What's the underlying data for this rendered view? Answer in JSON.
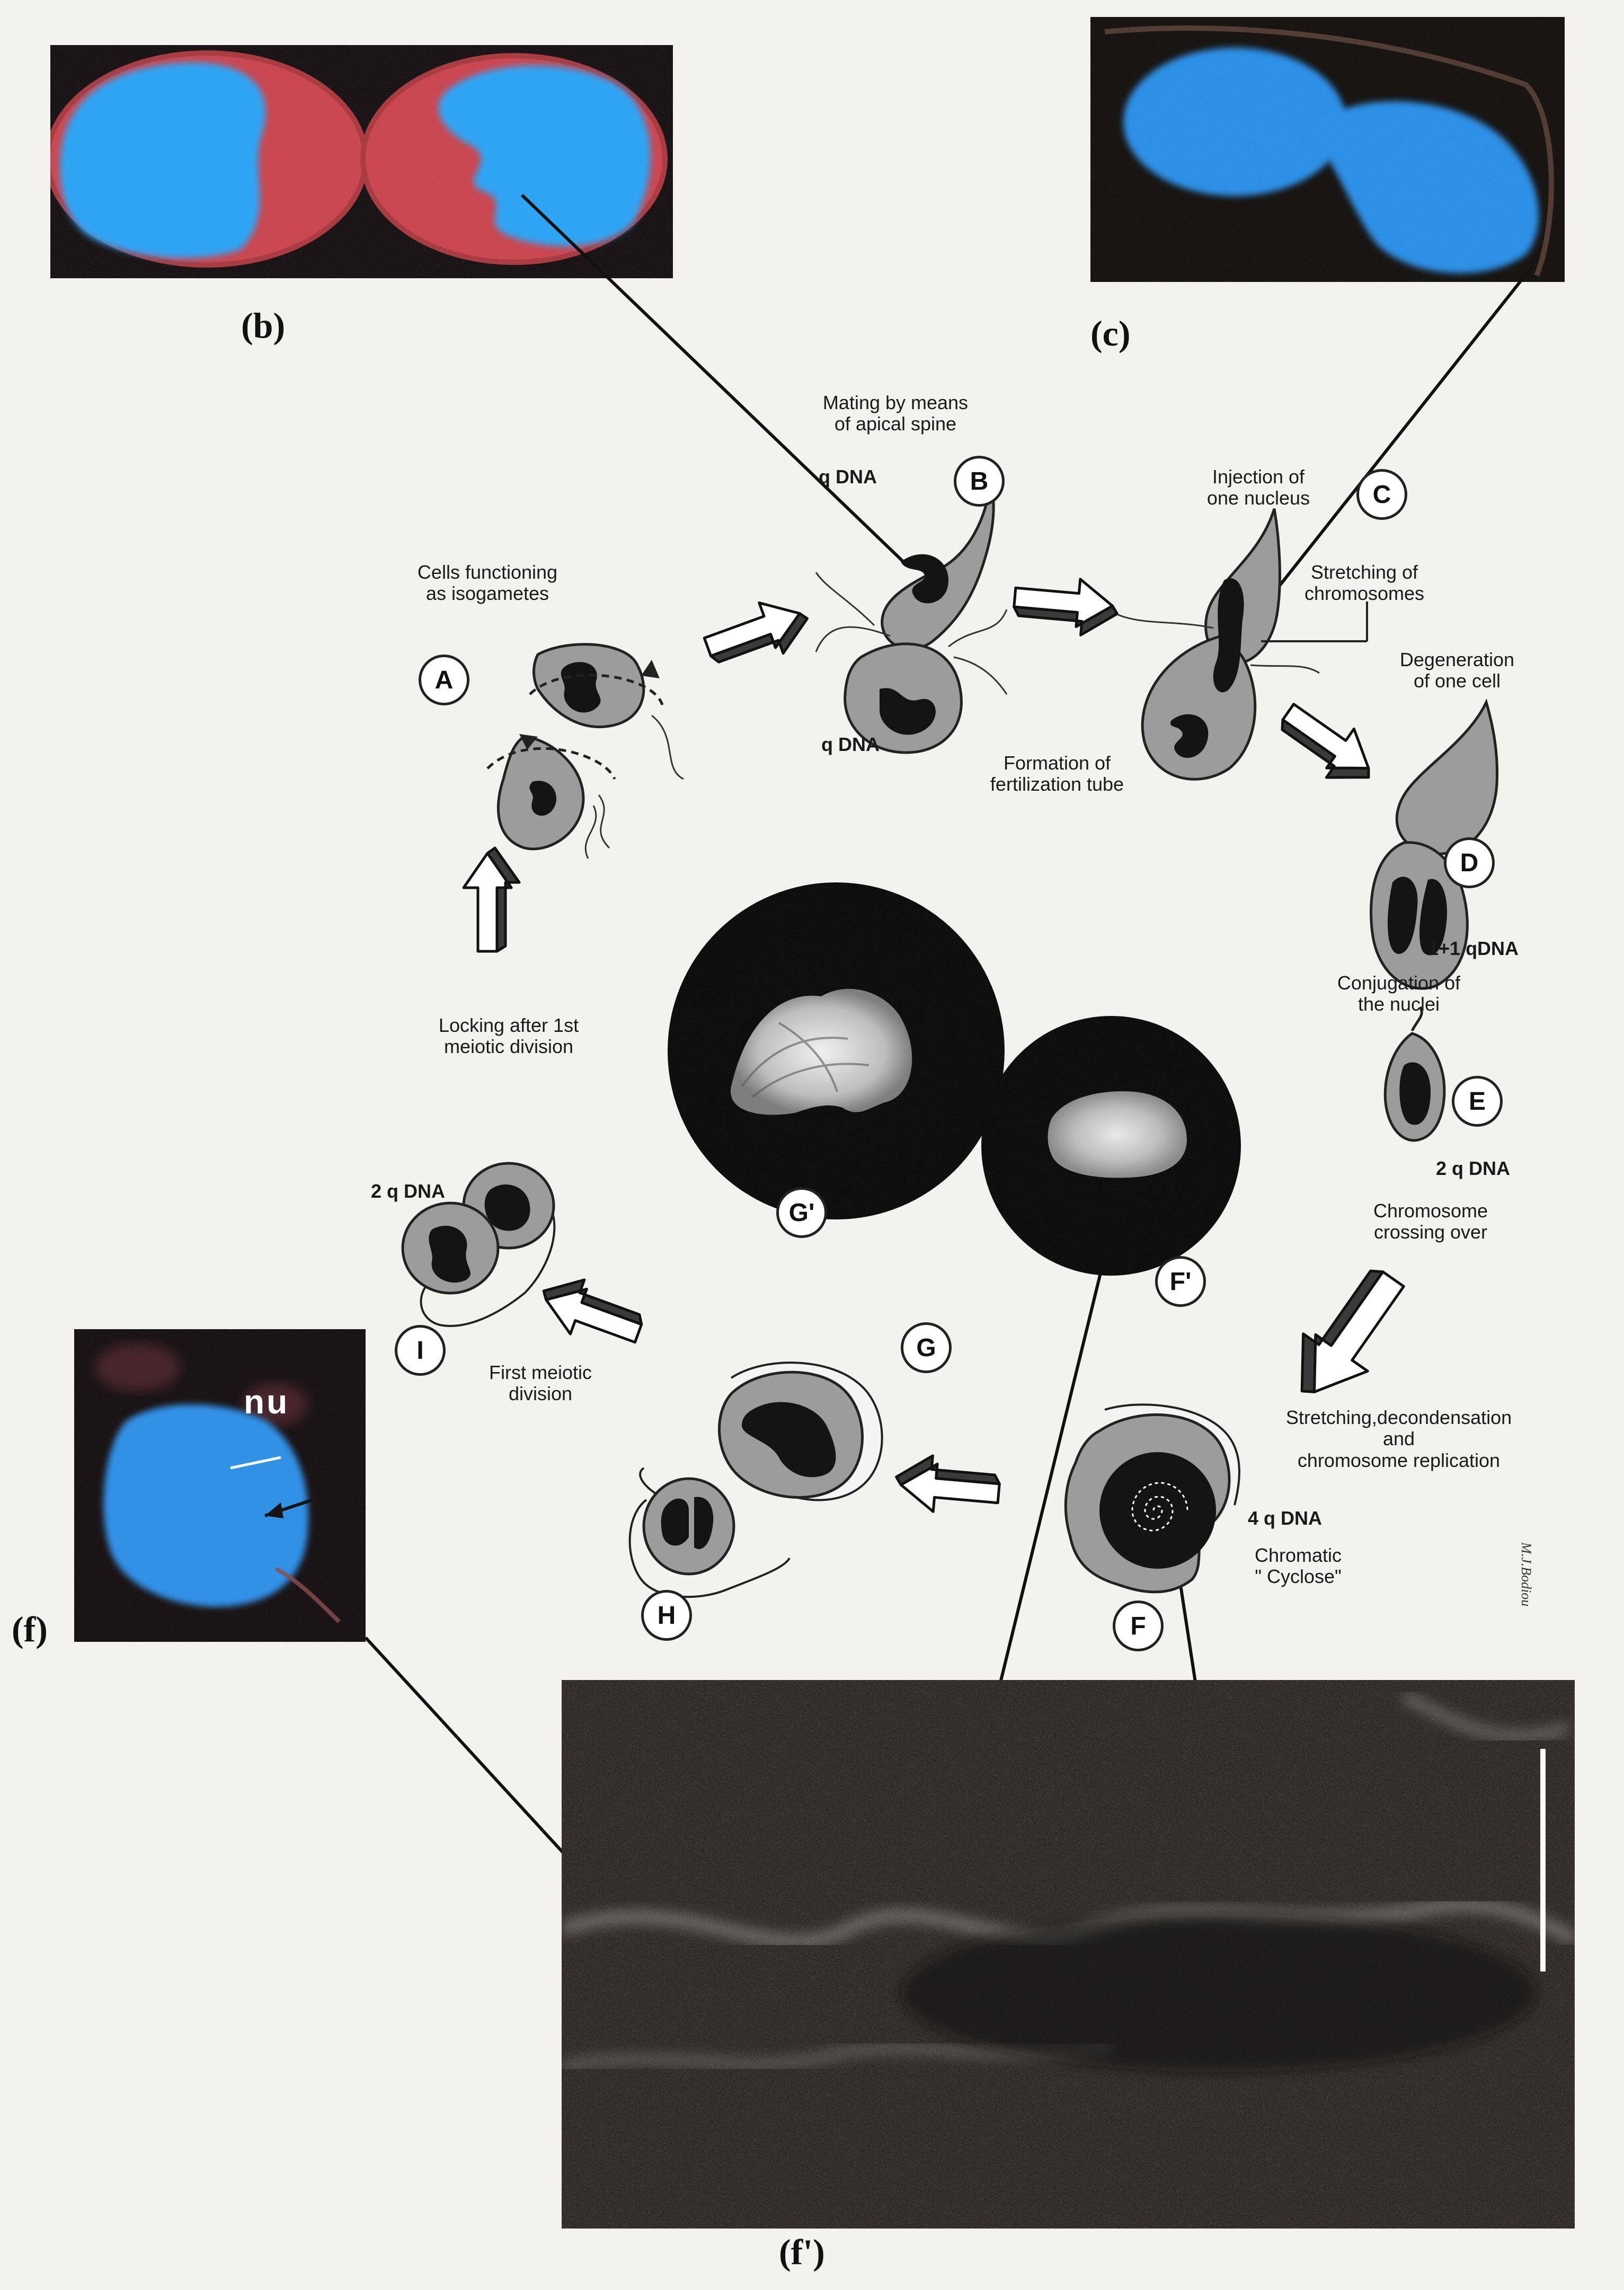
{
  "panels": {
    "b": "(b)",
    "c": "(c)",
    "f": "(f)",
    "f_prime": "(f')"
  },
  "micrograph_f": {
    "nucleus_label": "nu"
  },
  "stages": {
    "A": {
      "letter": "A",
      "caption": "Cells functioning\nas isogametes"
    },
    "B": {
      "letter": "B",
      "caption": "Mating by means\nof apical spine",
      "dna_top": "q DNA",
      "dna_bottom": "q DNA"
    },
    "C": {
      "letter": "C",
      "caption": "Injection of\none nucleus",
      "note": "Stretching of\nchromosomes",
      "tube": "Formation of\nfertilization tube"
    },
    "D": {
      "letter": "D",
      "caption": "Degeneration\nof one cell",
      "dna": "1+1 qDNA"
    },
    "E": {
      "letter": "E",
      "caption": "Conjugation of\nthe nuclei",
      "dna": "2 q DNA",
      "note": "Chromosome\ncrossing over"
    },
    "F": {
      "letter": "F",
      "caption": "Stretching,decondensation\nand\nchromosome replication",
      "dna": "4 q DNA",
      "note": "Chromatic\n\" Cyclose\""
    },
    "F_prime": {
      "letter": "F'"
    },
    "G": {
      "letter": "G"
    },
    "G_prime": {
      "letter": "G'"
    },
    "H": {
      "letter": "H"
    },
    "I": {
      "letter": "I",
      "dna": "2 q DNA",
      "note": "First meiotic\ndivision"
    }
  },
  "locking_caption": "Locking after 1st\nmeiotic division",
  "signature": "M.J.Bodiou",
  "colors": {
    "fluorescent_blue": "#2a9ff0",
    "fluorescent_red": "#d8434c",
    "micrograph_dark": "#15100e",
    "cell_gray": "#9c9c9c",
    "nucleus_black": "#141414"
  }
}
